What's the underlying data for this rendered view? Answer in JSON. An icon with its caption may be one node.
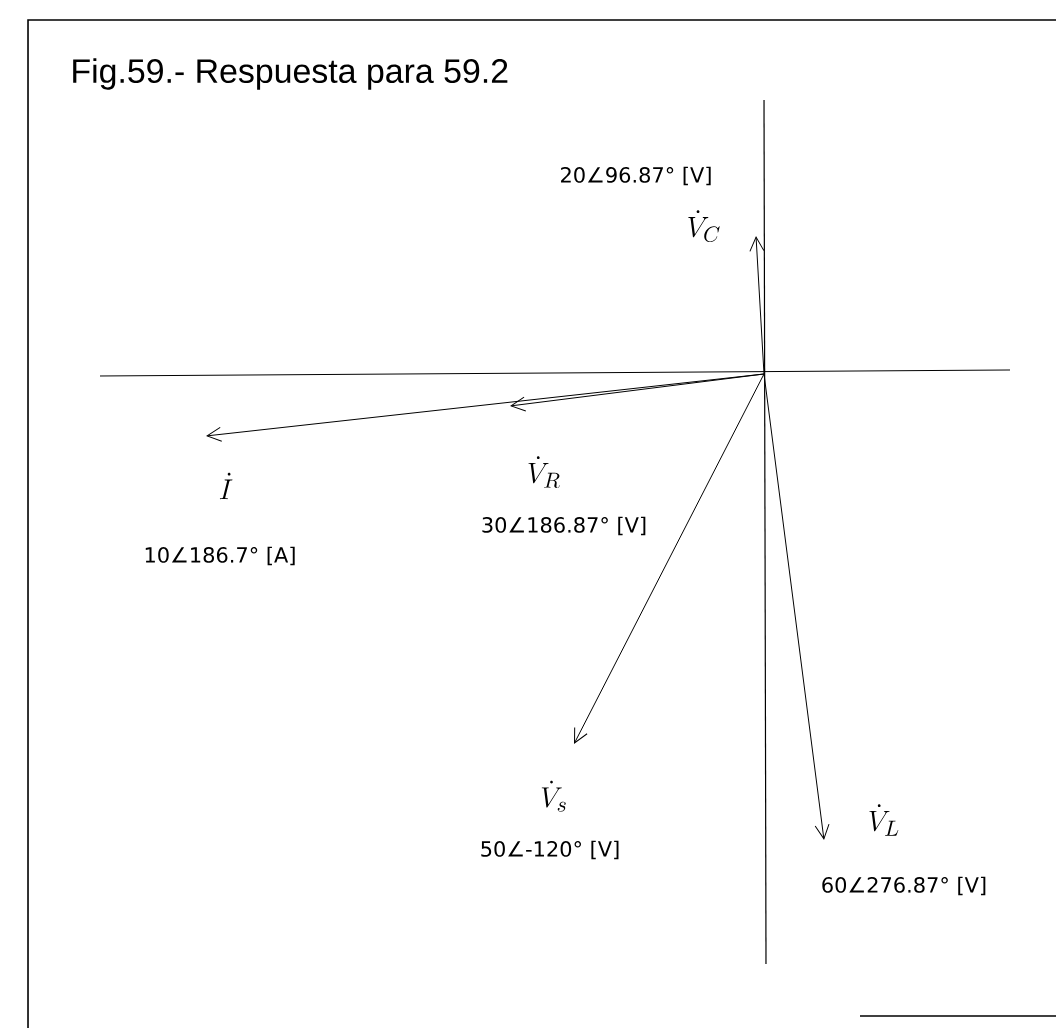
{
  "diagram": {
    "title": "Fig.59.-  Respuesta para 59.2",
    "labels": [
      "20∠96.87° [V]",
      "\\dot{V}_C",
      "\\dot{V}_R",
      "\\dot{I}",
      "30∠186.87° [V]",
      "10∠186.7° [A]",
      "\\dot{V}_s",
      "\\dot{V}_L",
      "50∠-120° [V]",
      "60∠276.87° [V]"
    ]
  }
}
